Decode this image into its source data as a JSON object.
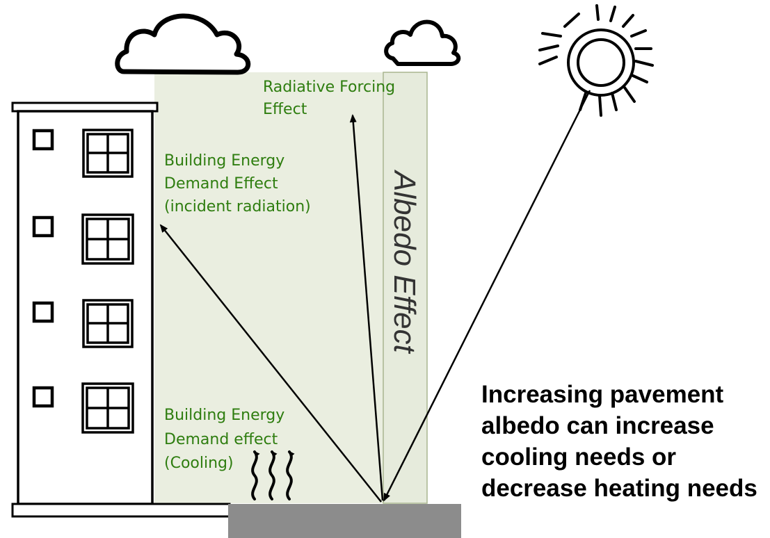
{
  "labels": {
    "radiative": [
      "Radiative Forcing",
      "Effect"
    ],
    "incident": [
      "Building Energy",
      "Demand Effect",
      "(incident radiation)"
    ],
    "cooling": [
      "Building Energy",
      "Demand effect",
      "(Cooling)"
    ],
    "albedo": "Albedo Effect"
  },
  "caption": "Increasing pavement albedo can increase cooling needs or decrease heating needs",
  "colors": {
    "green_text": "#2e7d0f",
    "shaded_panel": "#eaeee0",
    "pavement": "#8c8c8c",
    "stroke": "#000000"
  },
  "icons": [
    "cloud-icon",
    "cloud-icon",
    "sun-icon",
    "building-icon",
    "heat-wave-icon"
  ]
}
